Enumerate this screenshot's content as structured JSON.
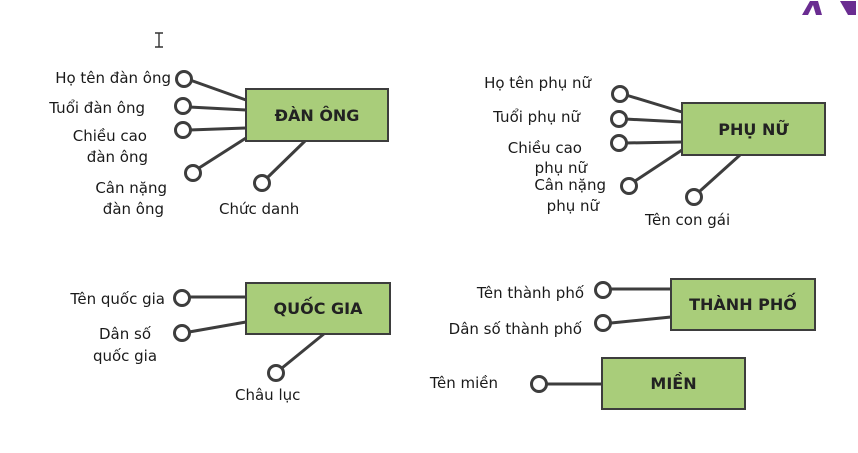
{
  "entities": {
    "dan_ong": {
      "label": "ĐÀN ÔNG",
      "attributes": {
        "ho_ten": "Họ tên đàn ông",
        "tuoi": "Tuổi đàn ông",
        "chieu_cao_1": "Chiều cao",
        "chieu_cao_2": "đàn ông",
        "can_nang_1": "Cân nặng",
        "can_nang_2": "đàn ông",
        "chuc_danh": "Chức danh"
      }
    },
    "phu_nu": {
      "label": "PHỤ NỮ",
      "attributes": {
        "ho_ten": "Họ tên phụ nữ",
        "tuoi": "Tuổi phụ nữ",
        "chieu_cao_1": "Chiều cao",
        "chieu_cao_2": "phụ nữ",
        "can_nang_1": "Cân nặng",
        "can_nang_2": "phụ nữ",
        "ten_con_gai": "Tên con gái"
      }
    },
    "quoc_gia": {
      "label": "QUỐC GIA",
      "attributes": {
        "ten": "Tên quốc gia",
        "dan_so_1": "Dân số",
        "dan_so_2": "quốc gia",
        "chau_luc": "Châu lục"
      }
    },
    "thanh_pho": {
      "label": "THÀNH PHỐ",
      "attributes": {
        "ten": "Tên thành phố",
        "dan_so": "Dân số thành phố"
      }
    },
    "mien": {
      "label": "MIỀN",
      "attributes": {
        "ten": "Tên miền"
      }
    }
  },
  "colors": {
    "entity_fill": "#a9cd7a",
    "entity_border": "#3d3d3d",
    "connector": "#3d3d3d",
    "logo": "#6a2c91"
  },
  "icons": {
    "text_cursor": "text-cursor-icon",
    "logo": "brand-logo-icon"
  }
}
